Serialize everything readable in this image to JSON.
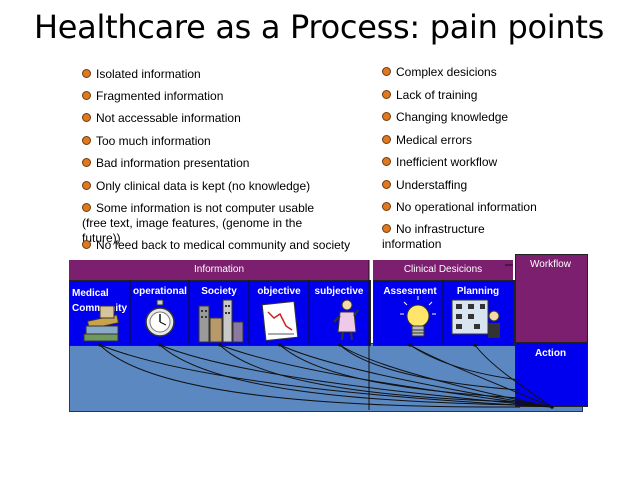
{
  "title": "Healthcare as a Process: pain points",
  "left_points": [
    "Isolated information",
    "Fragmented information",
    "Not accessable information",
    "Too much information",
    "Bad information presentation",
    "Only clinical data is kept (no knowledge)",
    "Some information is not computer usable (free text, image features, (genome in the future))",
    "No feed back to medical community and society"
  ],
  "right_points": [
    "Complex desicions",
    "Lack of training",
    "Changing knowledge",
    "Medical errors",
    "Inefficient workflow",
    "Understaffing",
    "No operational information",
    "No infrastructure information"
  ],
  "diagram": {
    "information_header": "Information",
    "clinical_header": "Clinical Desicions",
    "workflow_header": "Workflow",
    "action_label": "Action",
    "info_cells": [
      "Medical Community",
      "operational",
      "Society",
      "objective",
      "subjective"
    ],
    "clinical_cells": [
      "Assesment",
      "Planning"
    ],
    "colors": {
      "purple": "#7b1f6e",
      "blue": "#0000ee",
      "steel": "#5b88c1",
      "bullet": "#e0781f"
    },
    "icons": [
      "books-icon",
      "stopwatch-icon",
      "buildings-icon",
      "chart-icon",
      "person-icon",
      "lightbulb-icon",
      "planning-chart-icon"
    ]
  }
}
